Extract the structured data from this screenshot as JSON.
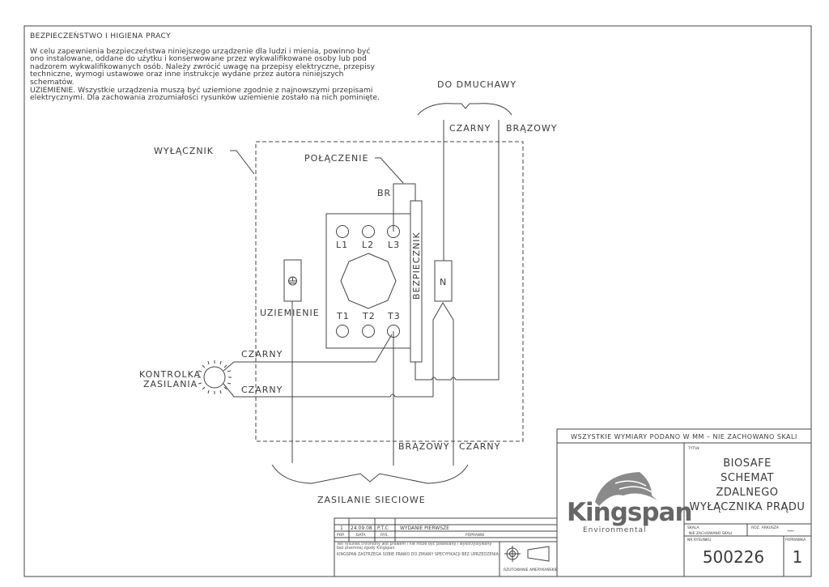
{
  "notes": {
    "heading": "BEZPIECZEŃSTWO I HIGIENA PRACY",
    "body": "W celu zapewnienia bezpieczeństwa niniejszego urządzenie dla ludzi i mienia, powinno być ono instalowane, oddane do użytku i konserwowane przez wykwalifikowane osoby lub pod nadzorem wykwalifikowanych osób. Należy zwrócić uwagę na przepisy elektryczne, przepisy techniczne, wymogi ustawowe oraz inne instrukcje wydane przez autora niniejszych schematów.",
    "grounding": "UZIEMIENIE. Wszystkie urządzenia muszą być uziemione zgodnie z najnowszymi przepisami elektrycznymi. Dla zachowania zrozumiałości rysunków uziemienie zostało na nich pominięte."
  },
  "diagram": {
    "to_blower": "DO DMUCHAWY",
    "black_top": "CZARNY",
    "brown_top": "BRĄZOWY",
    "switch": "WYŁĄCZNIK",
    "connection": "POŁĄCZENIE",
    "br": "BR",
    "l1": "L1",
    "l2": "L2",
    "l3": "L3",
    "t1": "T1",
    "t2": "T2",
    "t3": "T3",
    "fuse": "BEZPIECZNIK",
    "neutral": "N",
    "earth": "UZIEMIENIE",
    "black_wire_1": "CZARNY",
    "black_wire_2": "CZARNY",
    "lamp_line1": "KONTROLKA",
    "lamp_line2": "ZASILANIA",
    "brown_bottom": "BRĄZOWY",
    "black_bottom": "CZARNY",
    "mains": "ZASILANIE SIECIOWE"
  },
  "title_block": {
    "dimensions_note": "WSZYSTKIE WYMIARY PODANO W MM – NIE ZACHOWANO SKALI",
    "brand": "Kingspan",
    "brand_sub": "Environmental",
    "title_label": "TYTUŁ",
    "title_lines": [
      "BIOSAFE",
      "SCHEMAT",
      "ZDALNEGO",
      "WYŁĄCZNIKA PRĄDU"
    ],
    "scale_label": "SKALA",
    "scale_value": "NIE ZACHOWANO SKALI",
    "sheet_label": "ROZ. ARKUSZA",
    "sheet_value": "—",
    "drawing_no_label": "NR RYSUNKU",
    "drawing_no": "500226",
    "revision_label": "POPRAWKA",
    "revision": "1"
  },
  "revisions": {
    "headers": {
      "rev": "POP.",
      "date": "DATA",
      "by": "RYS.",
      "desc": "POPRAWKI"
    },
    "rows": [
      {
        "rev": "1",
        "date": "24.09.08",
        "by": "P.T.C",
        "desc": "WYDANIE PIERWSZE"
      }
    ],
    "copyright1": "Ten rysunek chroniony jest prawem i nie może być powielany i wykorzystywany bez pisemnej zgody Kingspan.",
    "copyright2": "KINGSPAN ZASTRZEGA SOBIE PRAWO DO ZMIANY SPECYFIKACJI BEZ UPRZEDZENIA",
    "projection": "RZUTOWANIE AMERYKAŃSKIE"
  }
}
